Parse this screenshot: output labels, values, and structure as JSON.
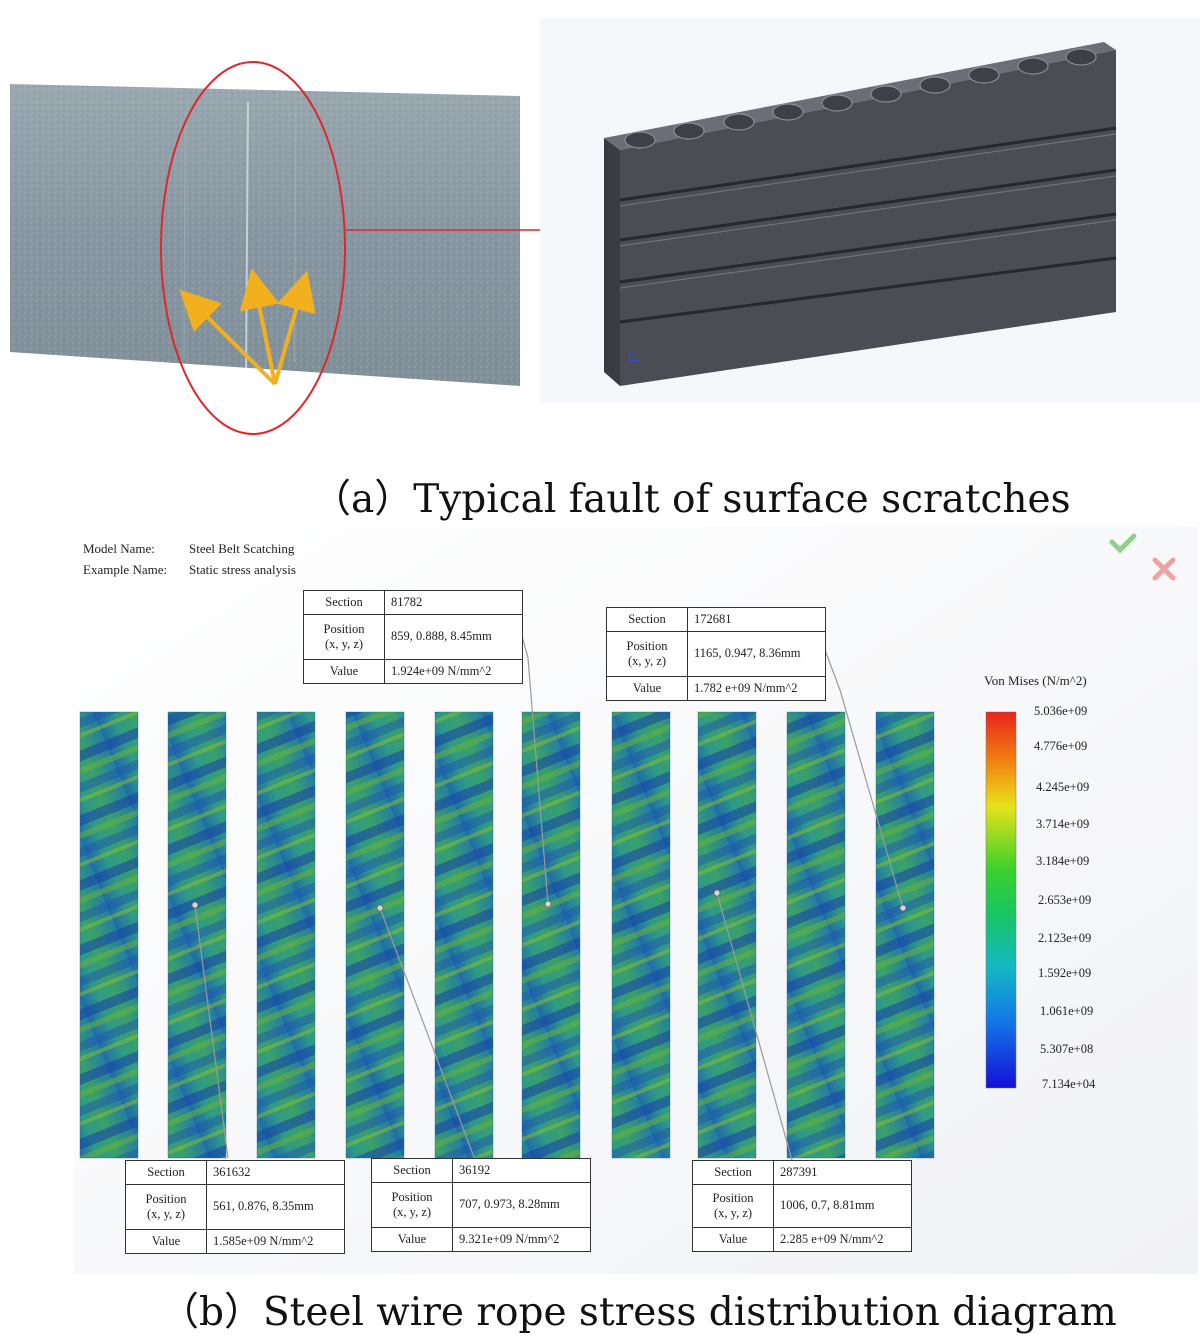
{
  "panel_a": {
    "caption": "（a）Typical fault of surface scratches"
  },
  "panel_b": {
    "caption": "（b）Steel wire rope stress distribution diagram",
    "model_name_label": "Model Name:",
    "model_name": "Steel Belt Scatching",
    "example_name_label": "Example Name:",
    "example_name": "Static stress analysis",
    "colorbar": {
      "title": "Von Mises (N/m^2)",
      "ticks": [
        "5.036e+09",
        "4.776e+09",
        "4.245e+09",
        "3.714e+09",
        "3.184e+09",
        "2.653e+09",
        "2.123e+09",
        "1.592e+09",
        "1.061e+09",
        "5.307e+08",
        "7.134e+04"
      ]
    },
    "probe_labels": {
      "section": "Section",
      "position": "Position",
      "xyz": "(x, y, z)",
      "value": "Value"
    },
    "probes": [
      {
        "section": "81782",
        "position": "859, 0.888, 8.45mm",
        "value": "1.924e+09 N/mm^2"
      },
      {
        "section": "172681",
        "position": "1165, 0.947, 8.36mm",
        "value": "1.782 e+09 N/mm^2"
      },
      {
        "section": "361632",
        "position": "561, 0.876,  8.35mm",
        "value": "1.585e+09 N/mm^2"
      },
      {
        "section": "36192",
        "position": "707, 0.973, 8.28mm",
        "value": "9.321e+09 N/mm^2"
      },
      {
        "section": "287391",
        "position": "1006, 0.7, 8.81mm",
        "value": "2.285 e+09 N/mm^2"
      }
    ]
  },
  "colors": {
    "red_mark": "#e0262b",
    "yellow_arrow": "#f2b01e",
    "belt": "#8a9aa3",
    "model": "#4b4d55",
    "rope_base": "#2f8f96"
  }
}
